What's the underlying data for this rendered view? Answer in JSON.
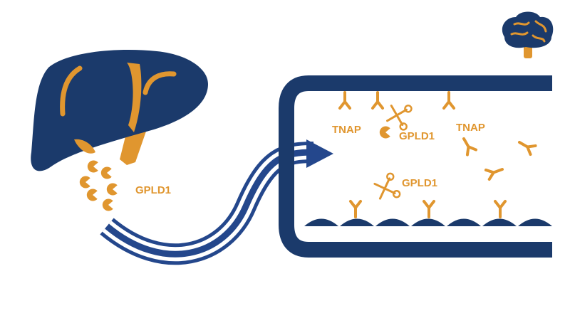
{
  "colors": {
    "navy": "#1b3a6b",
    "orange": "#e0962f",
    "arrow_blue": "#24478c",
    "background": "#ffffff"
  },
  "icons": [
    "liver-icon",
    "brain-icon",
    "scissors-icon",
    "gpld1-pacman-icon",
    "tnap-y-receptor-icon"
  ],
  "labels": {
    "gpld1_liver": "GPLD1",
    "tnap_left": "TNAP",
    "gpld1_vessel_top": "GPLD1",
    "tnap_right": "TNAP",
    "gpld1_vessel_bottom": "GPLD1"
  }
}
